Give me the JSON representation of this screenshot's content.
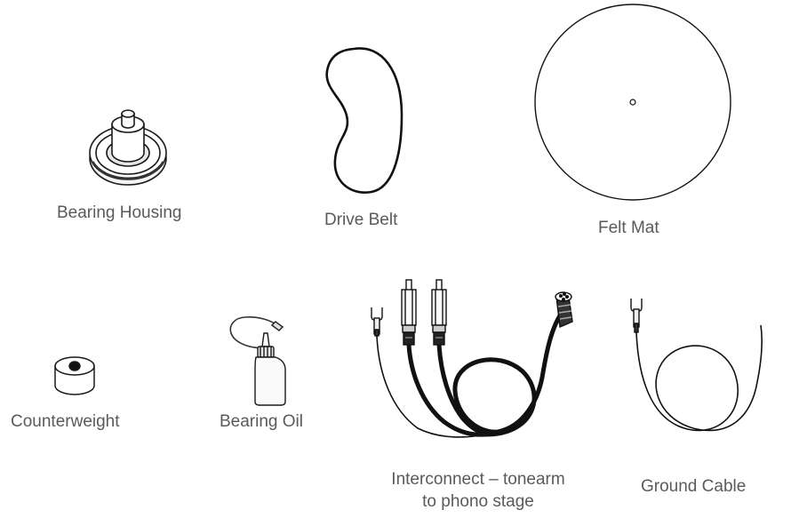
{
  "parts": {
    "bearing_housing": "Bearing Housing",
    "drive_belt": "Drive Belt",
    "felt_mat": "Felt Mat",
    "counterweight": "Counterweight",
    "bearing_oil": "Bearing Oil",
    "interconnect_line1": "Interconnect – tonearm",
    "interconnect_line2": "to phono stage",
    "ground_cable": "Ground Cable"
  }
}
